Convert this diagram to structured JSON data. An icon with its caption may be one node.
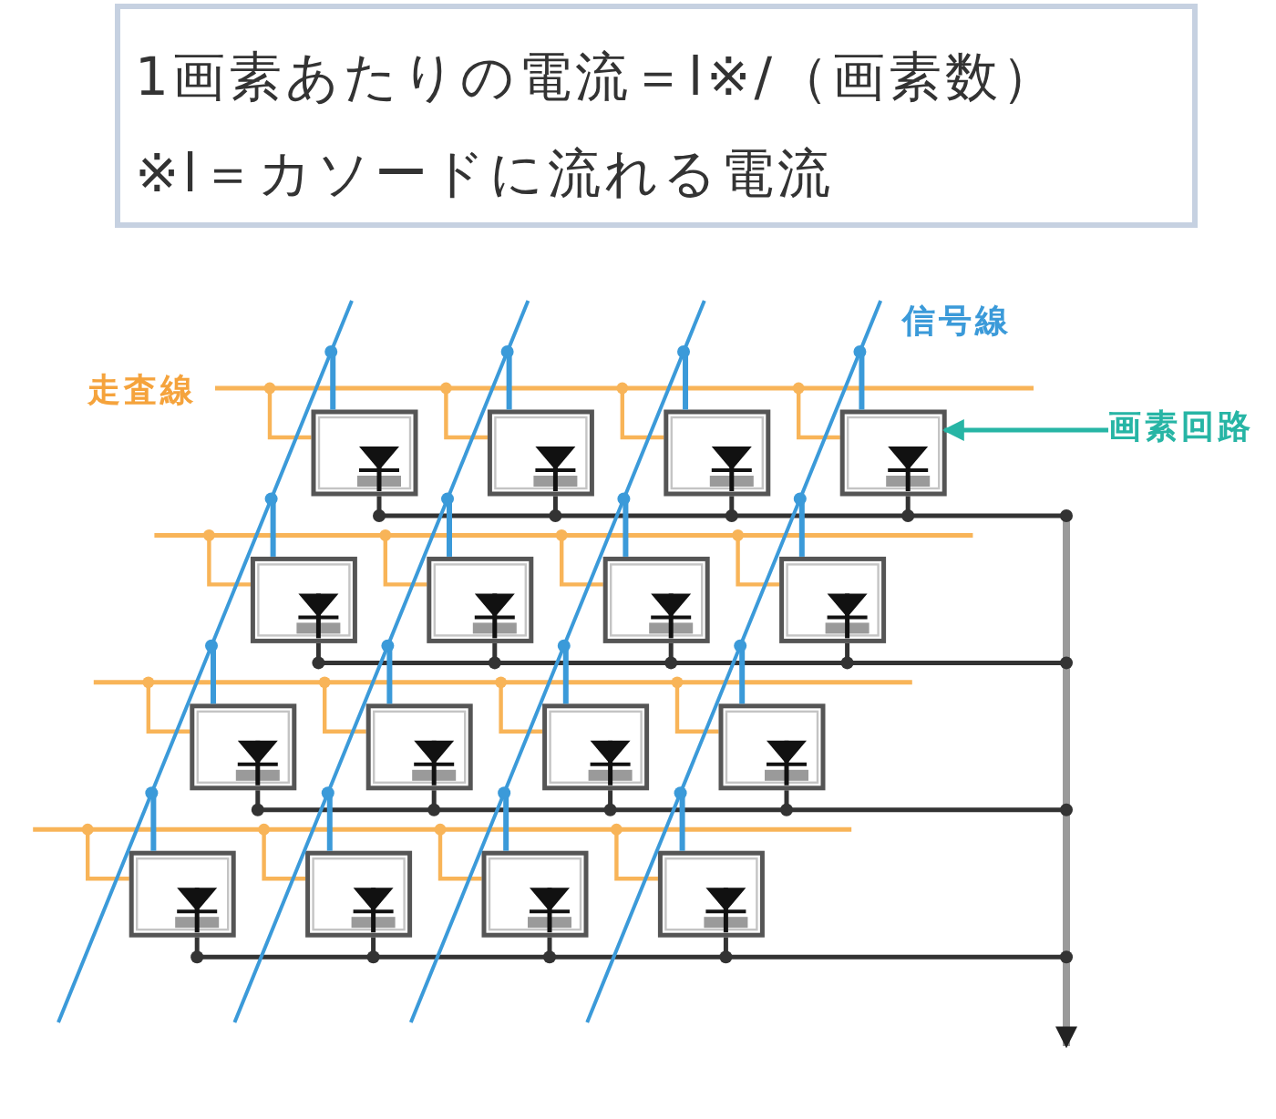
{
  "diagram": {
    "nodes": [
      {
        "text": [
          "1画素あたりの電流＝l※/（画素数）",
          "※l＝カソードに流れる電流"
        ]
      },
      {
        "text": [],
        "shape": "box"
      },
      {
        "text": [],
        "shape": "box"
      },
      {
        "text": [],
        "shape": "box"
      },
      {
        "text": [],
        "shape": "box"
      },
      {
        "text": [
          "画素回路"
        ]
      },
      {
        "text": [],
        "shape": "box"
      },
      {
        "text": [],
        "shape": "box"
      },
      {
        "text": [],
        "shape": "box"
      },
      {
        "text": [],
        "shape": "box"
      },
      {
        "text": [],
        "shape": "box"
      },
      {
        "text": [],
        "shape": "box"
      },
      {
        "text": [],
        "shape": "box"
      },
      {
        "text": [],
        "shape": "box"
      },
      {
        "text": [],
        "shape": "box"
      },
      {
        "text": [],
        "shape": "box"
      },
      {
        "text": [],
        "shape": "box"
      },
      {
        "text": [],
        "shape": "box"
      }
    ],
    "edges": [
      {
        "from": 5,
        "to": 4,
        "arrow": "to",
        "color": "#27b5a5"
      },
      {
        "from": null,
        "to": 1,
        "arrow": "none",
        "color": "#f8b458"
      },
      {
        "from": null,
        "to": 2,
        "arrow": "none",
        "color": "#f8b458"
      },
      {
        "from": null,
        "to": 3,
        "arrow": "none",
        "color": "#f8b458"
      },
      {
        "from": null,
        "to": 4,
        "arrow": "none",
        "color": "#f8b458"
      },
      {
        "from": null,
        "to": 1,
        "arrow": "none",
        "color": "#3b9ad9"
      },
      {
        "from": null,
        "to": 2,
        "arrow": "none",
        "color": "#3b9ad9"
      },
      {
        "from": null,
        "to": 3,
        "arrow": "none",
        "color": "#3b9ad9"
      },
      {
        "from": null,
        "to": 4,
        "arrow": "none",
        "color": "#3b9ad9"
      },
      {
        "from": 1,
        "to": null,
        "arrow": "to",
        "color": "#333333"
      },
      {
        "from": 2,
        "to": null,
        "arrow": "to",
        "color": "#333333"
      },
      {
        "from": 3,
        "to": null,
        "arrow": "to",
        "color": "#333333"
      },
      {
        "from": 4,
        "to": null,
        "arrow": "to",
        "color": "#333333"
      },
      {
        "from": null,
        "to": 6,
        "arrow": "none",
        "color": "#f8b458"
      },
      {
        "from": null,
        "to": 7,
        "arrow": "none",
        "color": "#f8b458"
      },
      {
        "from": null,
        "to": 8,
        "arrow": "none",
        "color": "#f8b458"
      },
      {
        "from": null,
        "to": 9,
        "arrow": "none",
        "color": "#f8b458"
      },
      {
        "from": null,
        "to": 6,
        "arrow": "none",
        "color": "#3b9ad9"
      },
      {
        "from": null,
        "to": 7,
        "arrow": "none",
        "color": "#3b9ad9"
      },
      {
        "from": null,
        "to": 8,
        "arrow": "none",
        "color": "#3b9ad9"
      },
      {
        "from": null,
        "to": 9,
        "arrow": "none",
        "color": "#3b9ad9"
      },
      {
        "from": 6,
        "to": null,
        "arrow": "to",
        "color": "#333333"
      },
      {
        "from": 7,
        "to": null,
        "arrow": "to",
        "color": "#333333"
      },
      {
        "from": 8,
        "to": null,
        "arrow": "to",
        "color": "#333333"
      },
      {
        "from": 9,
        "to": null,
        "arrow": "to",
        "color": "#333333"
      },
      {
        "from": null,
        "to": 10,
        "arrow": "none",
        "color": "#f8b458"
      },
      {
        "from": null,
        "to": 11,
        "arrow": "none",
        "color": "#f8b458"
      },
      {
        "from": null,
        "to": 12,
        "arrow": "none",
        "color": "#f8b458"
      },
      {
        "from": null,
        "to": 13,
        "arrow": "none",
        "color": "#f8b458"
      },
      {
        "from": null,
        "to": 10,
        "arrow": "none",
        "color": "#3b9ad9"
      },
      {
        "from": null,
        "to": 11,
        "arrow": "none",
        "color": "#3b9ad9"
      },
      {
        "from": null,
        "to": 12,
        "arrow": "none",
        "color": "#3b9ad9"
      },
      {
        "from": null,
        "to": 13,
        "arrow": "none",
        "color": "#3b9ad9"
      },
      {
        "from": 10,
        "to": null,
        "arrow": "to",
        "color": "#333333"
      },
      {
        "from": 11,
        "to": null,
        "arrow": "to",
        "color": "#333333"
      },
      {
        "from": 12,
        "to": null,
        "arrow": "to",
        "color": "#333333"
      },
      {
        "from": 13,
        "to": null,
        "arrow": "to",
        "color": "#333333"
      },
      {
        "from": null,
        "to": 14,
        "arrow": "none",
        "color": "#f8b458"
      },
      {
        "from": null,
        "to": 15,
        "arrow": "none",
        "color": "#f8b458"
      },
      {
        "from": null,
        "to": 16,
        "arrow": "none",
        "color": "#f8b458"
      },
      {
        "from": null,
        "to": 17,
        "arrow": "none",
        "color": "#f8b458"
      },
      {
        "from": null,
        "to": 14,
        "arrow": "none",
        "color": "#3b9ad9"
      },
      {
        "from": null,
        "to": 15,
        "arrow": "none",
        "color": "#3b9ad9"
      },
      {
        "from": null,
        "to": 16,
        "arrow": "none",
        "color": "#3b9ad9"
      },
      {
        "from": null,
        "to": 17,
        "arrow": "none",
        "color": "#3b9ad9"
      },
      {
        "from": 14,
        "to": null,
        "arrow": "to",
        "color": "#333333"
      },
      {
        "from": 15,
        "to": null,
        "arrow": "to",
        "color": "#333333"
      },
      {
        "from": 16,
        "to": null,
        "arrow": "to",
        "color": "#333333"
      },
      {
        "from": 17,
        "to": null,
        "arrow": "to",
        "color": "#333333"
      }
    ],
    "labels": [
      "信号線",
      "走査線"
    ]
  }
}
